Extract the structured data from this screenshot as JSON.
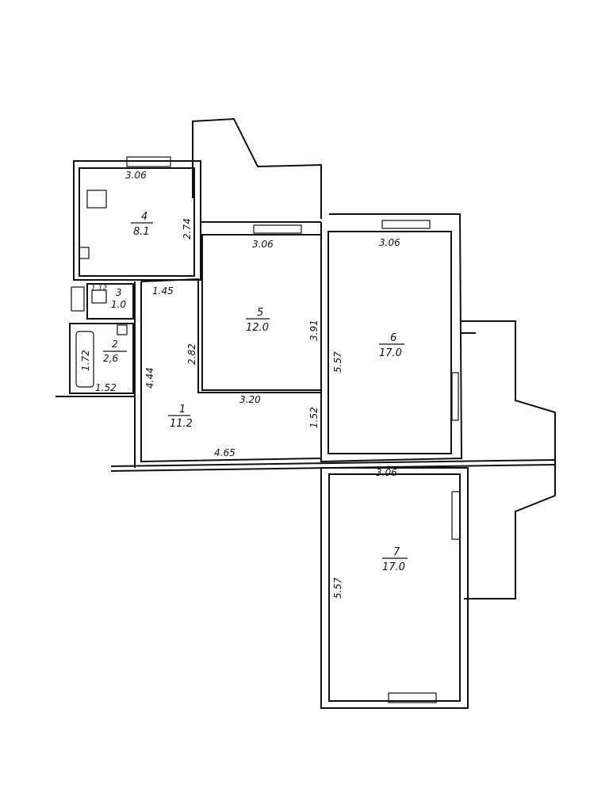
{
  "rooms": [
    {
      "number": "1",
      "area": "11.2"
    },
    {
      "number": "2",
      "area": "2,6"
    },
    {
      "number": "3",
      "area": "1.0"
    },
    {
      "number": "4",
      "area": "8.1"
    },
    {
      "number": "5",
      "area": "12.0"
    },
    {
      "number": "6",
      "area": "17.0"
    },
    {
      "number": "7",
      "area": "17.0"
    }
  ],
  "dimensions": {
    "kitchen_width": "3.06",
    "kitchen_depth": "2.74",
    "room5_width": "3.06",
    "room5_depth": "3.91",
    "room6_width": "3.06",
    "room6_depth": "5.57",
    "room7_width": "3.06",
    "room7_depth": "5.57",
    "hall_width": "4.65",
    "hall_depth": "4.44",
    "hall_inner": "2.82",
    "hall_top": "1.45",
    "hall_mid": "3.20",
    "hall_right": "1.52",
    "bath_width": "1.52",
    "bath_tub": "1.72",
    "toilet": "1.12"
  }
}
